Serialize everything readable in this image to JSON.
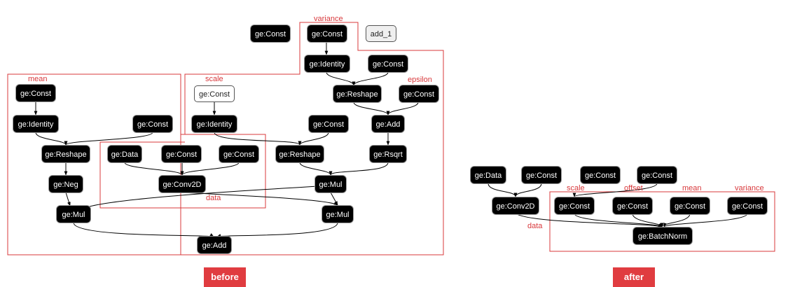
{
  "colors": {
    "region": "#d8383b",
    "node_fill": "#000000",
    "button": "#e03c40"
  },
  "before": {
    "nodes": {
      "const_top": "ge:Const",
      "const_var": "ge:Const",
      "add_1": "add_1",
      "identity_var": "ge:Identity",
      "const_var2": "ge:Const",
      "reshape_var": "ge:Reshape",
      "const_eps": "ge:Const",
      "const_mean": "ge:Const",
      "const_scale": "ge:Const",
      "identity_mean": "ge:Identity",
      "const_mean2": "ge:Const",
      "identity_scale": "ge:Identity",
      "const_mid": "ge:Const",
      "add_eps": "ge:Add",
      "reshape_mean": "ge:Reshape",
      "data": "ge:Data",
      "const_w1": "ge:Const",
      "const_w2": "ge:Const",
      "reshape_scale": "ge:Reshape",
      "rsqrt": "ge:Rsqrt",
      "neg": "ge:Neg",
      "conv2d": "ge:Conv2D",
      "mul_scale": "ge:Mul",
      "mul_left": "ge:Mul",
      "mul_right": "ge:Mul",
      "add_final": "ge:Add"
    },
    "regions": {
      "mean": "mean",
      "scale": "scale",
      "variance": "variance",
      "epsilon": "epsilon",
      "data": "data"
    },
    "button": "before"
  },
  "after": {
    "nodes": {
      "data": "ge:Data",
      "const_w1": "ge:Const",
      "const_w2": "ge:Const",
      "const_w3": "ge:Const",
      "conv2d": "ge:Conv2D",
      "const_scale": "ge:Const",
      "const_offset": "ge:Const",
      "const_mean": "ge:Const",
      "const_variance": "ge:Const",
      "batchnorm": "ge:BatchNorm"
    },
    "regions": {
      "scale": "scale",
      "offset": "offset",
      "mean": "mean",
      "variance": "variance",
      "data": "data"
    },
    "button": "after"
  }
}
